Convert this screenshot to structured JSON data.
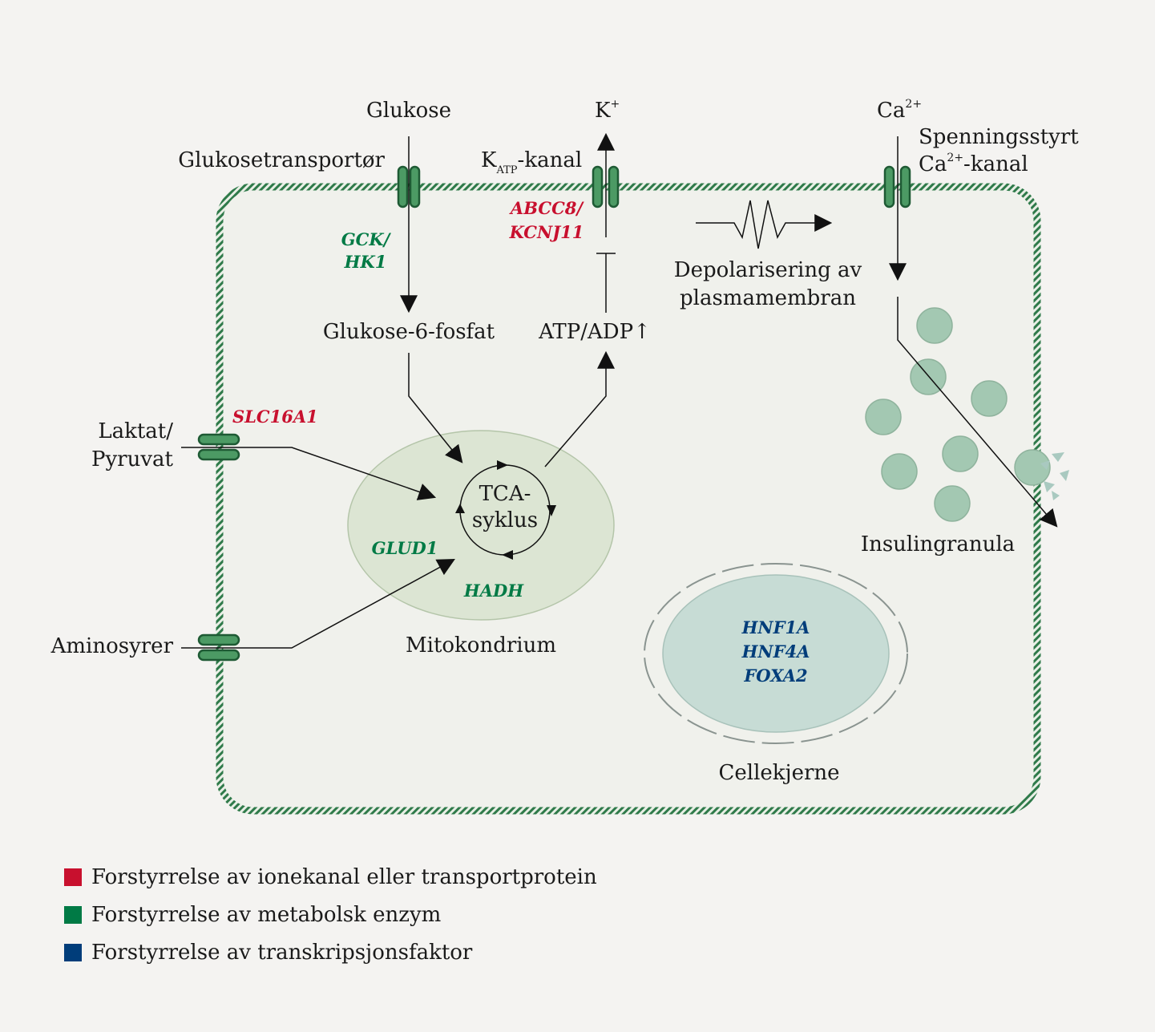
{
  "colors": {
    "red": "#c8102e",
    "green": "#007a45",
    "blue": "#003d7a",
    "membrane": "#2f7a4a",
    "channel_fill": "#4c9a64",
    "cell_fill": "#f0f1ec",
    "mito_fill": "#dce5d3",
    "nucleus_fill": "#c7dcd5",
    "granule_fill": "#a3c8b2"
  },
  "labels": {
    "glucose": "Glukose",
    "glucose_transporter": "Glukosetransportør",
    "k_plus": "K",
    "k_plus_sup": "+",
    "katp_k": "K",
    "katp_sub": "ATP",
    "katp_rest": "-kanal",
    "ca": "Ca",
    "ca_sup": "2+",
    "ca_channel_line1": "Spenningsstyrt",
    "ca_channel_line2_a": "Ca",
    "ca_channel_line2_sup": "2+",
    "ca_channel_line2_b": "-kanal",
    "depol_line1": "Depolarisering av",
    "depol_line2": "plasmamembran",
    "g6p": "Glukose-6-fosfat",
    "atp_adp": "ATP/ADP↑",
    "lactate_line1": "Laktat/",
    "lactate_line2": "Pyruvat",
    "amino": "Aminosyrer",
    "tca_line1": "TCA-",
    "tca_line2": "syklus",
    "mito": "Mitokondrium",
    "nucleus": "Cellekjerne",
    "granules": "Insulingranula"
  },
  "genes": {
    "gck_line1": "GCK/",
    "gck_line2": "HK1",
    "abcc8_line1": "ABCC8/",
    "abcc8_line2": "KCNJ11",
    "slc16a1": "SLC16A1",
    "glud1": "GLUD1",
    "hadh": "HADH",
    "hnf1a": "HNF1A",
    "hnf4a": "HNF4A",
    "foxa2": "FOXA2"
  },
  "legend": [
    {
      "label": "Forstyrrelse av ionekanal eller transportprotein",
      "color": "#c8102e"
    },
    {
      "label": "Forstyrrelse av metabolsk enzym",
      "color": "#007a45"
    },
    {
      "label": "Forstyrrelse av transkripsjonsfaktor",
      "color": "#003d7a"
    }
  ]
}
